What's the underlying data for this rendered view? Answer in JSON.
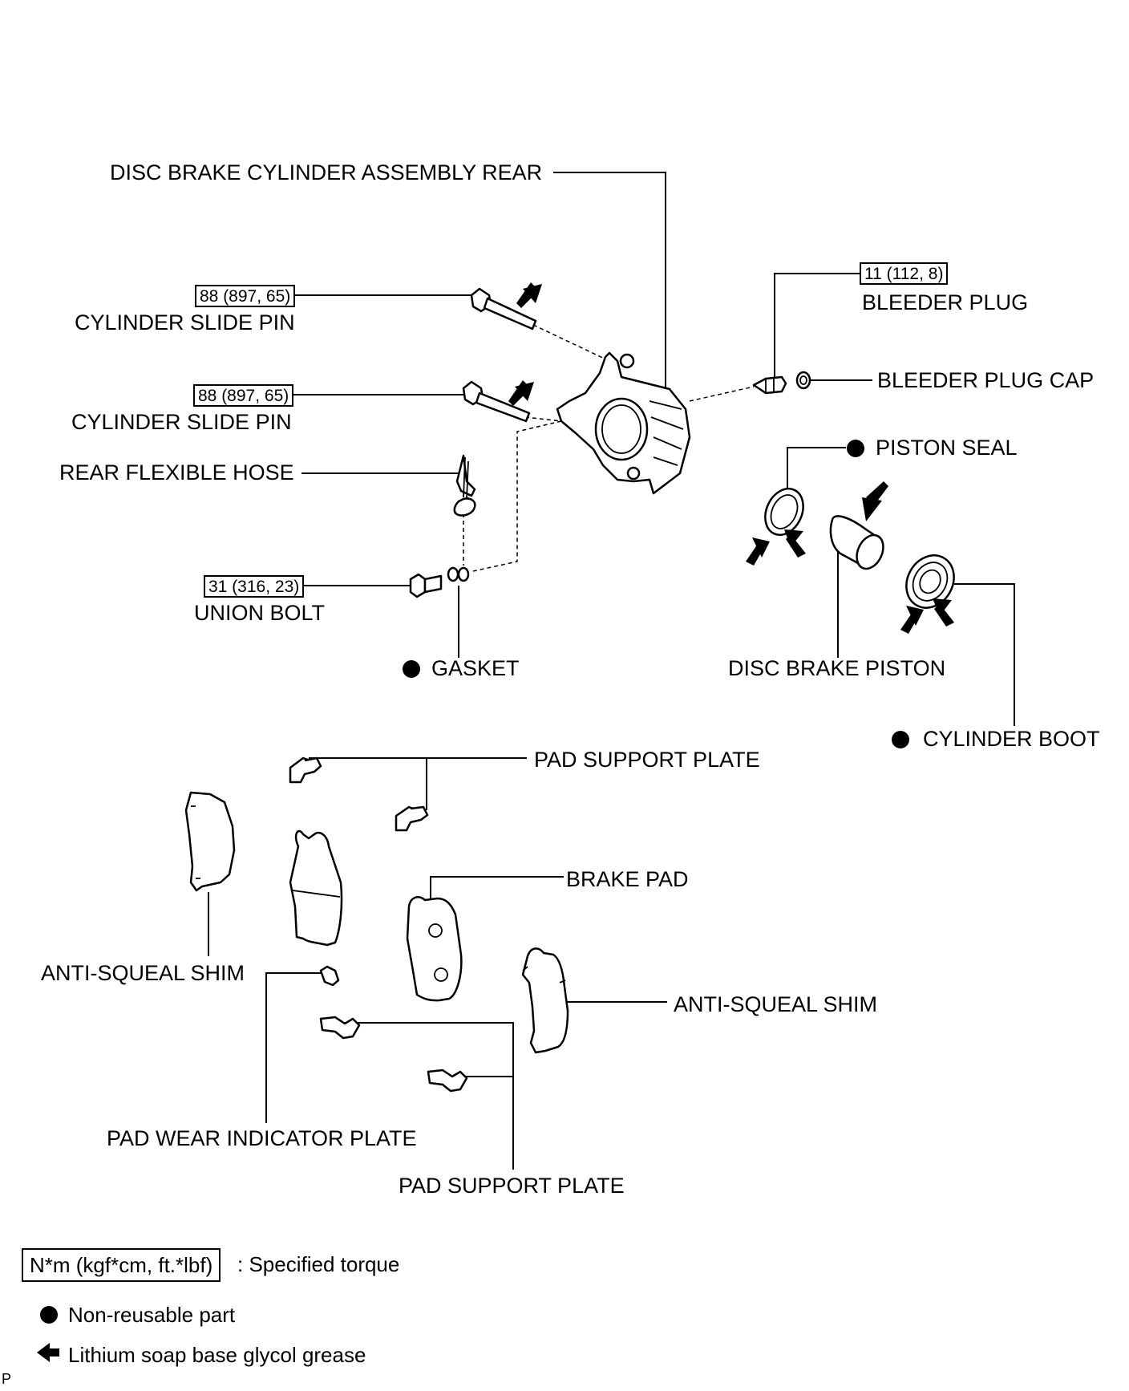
{
  "labels": {
    "disc_brake_cylinder_assembly_rear": "DISC BRAKE CYLINDER ASSEMBLY REAR",
    "cylinder_slide_pin_upper": "CYLINDER SLIDE PIN",
    "cylinder_slide_pin_lower": "CYLINDER SLIDE PIN",
    "rear_flexible_hose": "REAR FLEXIBLE HOSE",
    "union_bolt": "UNION BOLT",
    "gasket": "GASKET",
    "bleeder_plug": "BLEEDER PLUG",
    "bleeder_plug_cap": "BLEEDER PLUG CAP",
    "piston_seal": "PISTON SEAL",
    "disc_brake_piston": "DISC BRAKE PISTON",
    "cylinder_boot": "CYLINDER BOOT",
    "pad_support_plate_upper": "PAD SUPPORT PLATE",
    "brake_pad": "BRAKE PAD",
    "anti_squeal_shim_left": "ANTI-SQUEAL SHIM",
    "anti_squeal_shim_right": "ANTI-SQUEAL SHIM",
    "pad_wear_indicator_plate": "PAD WEAR INDICATOR PLATE",
    "pad_support_plate_lower": "PAD SUPPORT PLATE"
  },
  "torques": {
    "slide_pin_upper": "88 (897, 65)",
    "slide_pin_lower": "88 (897, 65)",
    "union_bolt": "31 (316, 23)",
    "bleeder_plug": "11 (112, 8)"
  },
  "legend": {
    "torque_box": "N*m (kgf*cm, ft.*lbf)",
    "torque_text": ": Specified torque",
    "non_reusable": "Non-reusable part",
    "grease": "Lithium soap base glycol grease"
  },
  "corner_mark": "P",
  "symbols": {
    "non_reusable": "filled-circle-icon",
    "grease": "left-arrow-icon"
  }
}
